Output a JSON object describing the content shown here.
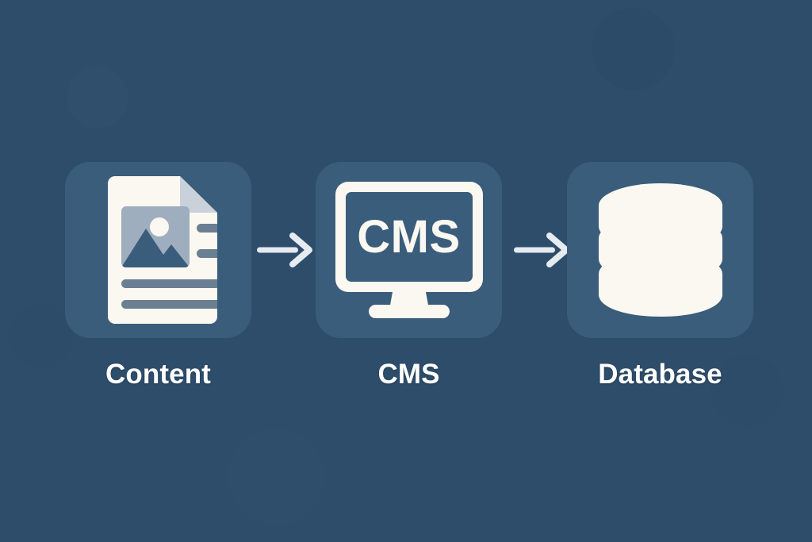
{
  "diagram": {
    "title": "Content to CMS to Database flow",
    "background_color": "#2d4d6b",
    "tile_color": "#3a5d7c",
    "icon_color": "#faf8f0",
    "accent_color": "#6b7f93",
    "label_color": "#ffffff",
    "nodes": [
      {
        "id": "content",
        "label": "Content",
        "icon": "document-image-icon"
      },
      {
        "id": "cms",
        "label": "CMS",
        "icon": "monitor-icon",
        "screen_text": "CMS"
      },
      {
        "id": "database",
        "label": "Database",
        "icon": "database-cylinder-icon"
      }
    ],
    "connectors": [
      {
        "id": "content-to-cms",
        "icon": "arrow-right-icon",
        "from": "content",
        "to": "cms"
      },
      {
        "id": "cms-to-database",
        "icon": "arrow-right-icon",
        "from": "cms",
        "to": "database"
      }
    ]
  }
}
